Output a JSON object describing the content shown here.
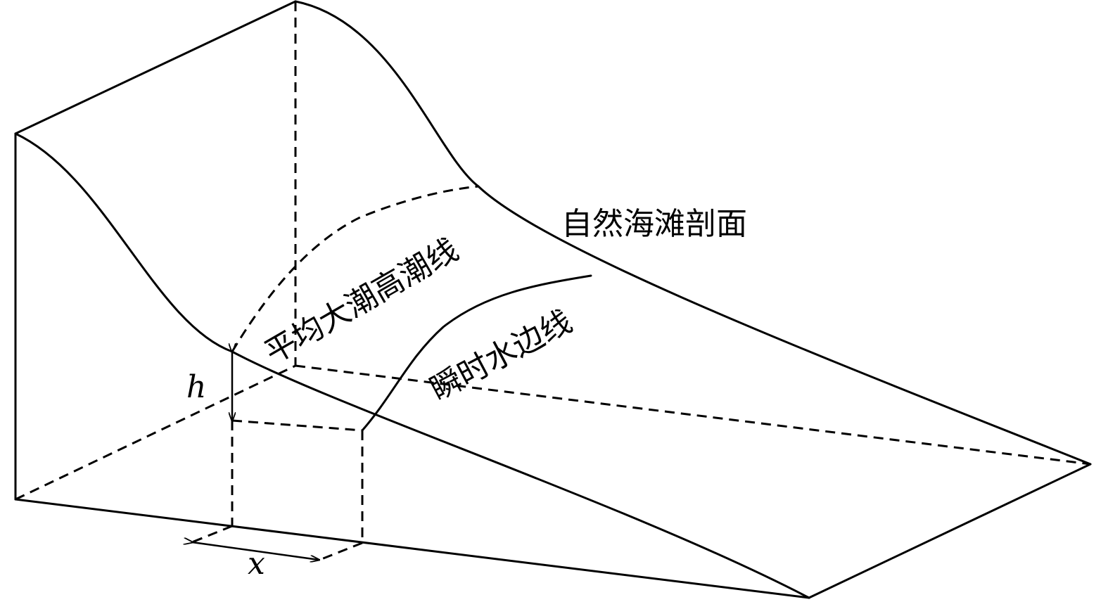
{
  "labels": {
    "natural_profile": "自然海滩剖面",
    "mean_spring_high_tide_line": "平均大潮高潮线",
    "instant_waterline": "瞬时水边线",
    "h": "h",
    "x": "x"
  }
}
